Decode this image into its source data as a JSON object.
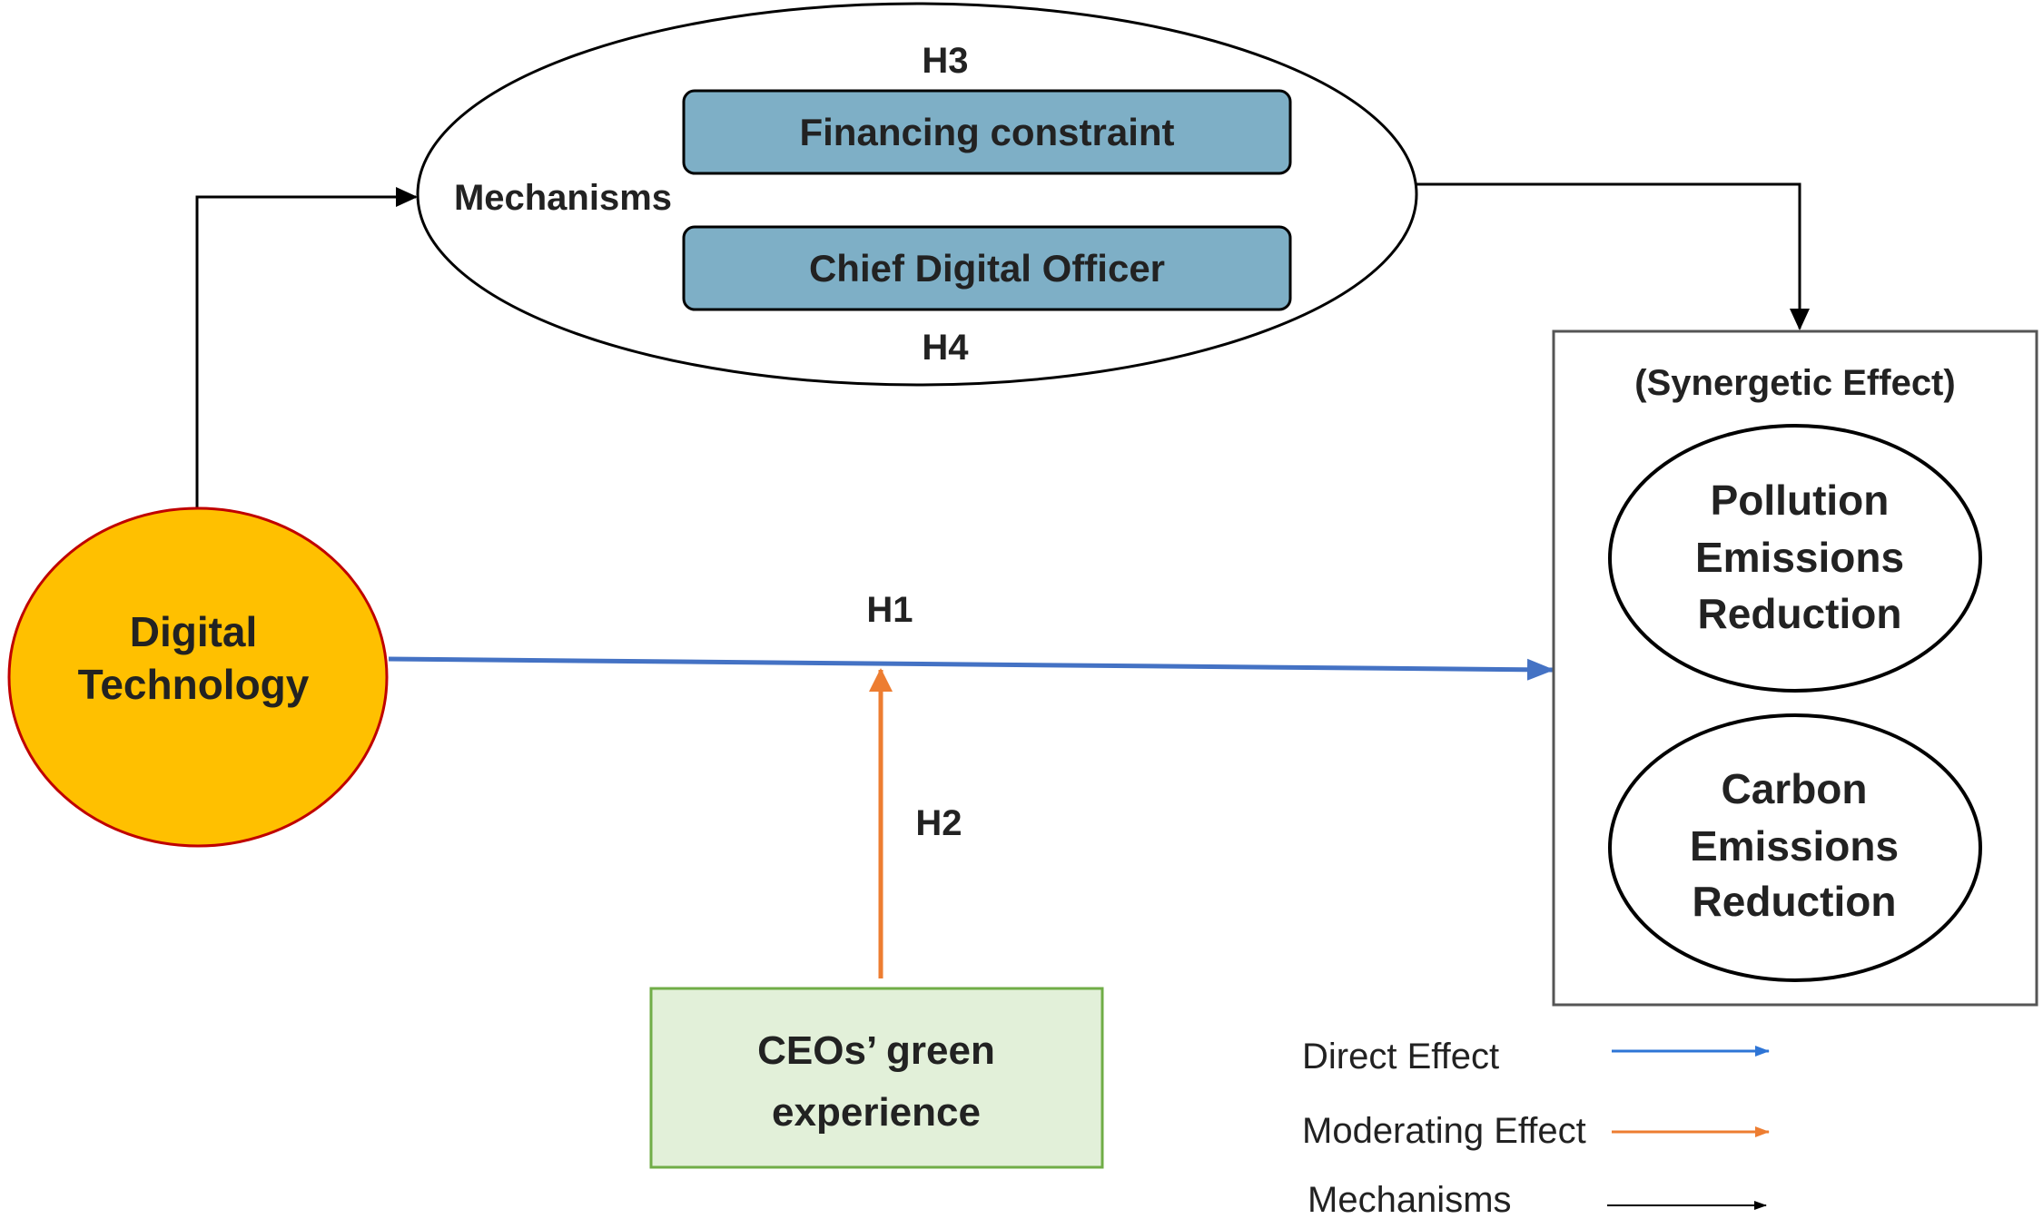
{
  "nodes": {
    "digital_technology": {
      "line1": "Digital",
      "line2": "Technology",
      "fill": "#FFC000",
      "stroke": "#C00000"
    },
    "mechanisms": {
      "label": "Mechanisms"
    },
    "financing_constraint": {
      "label": "Financing constraint",
      "fill": "#7EAFC6"
    },
    "chief_digital_officer": {
      "label": "Chief Digital Officer",
      "fill": "#7EAFC6"
    },
    "synergetic_effect": {
      "title": "(Synergetic Effect)"
    },
    "pollution": {
      "line1": "Pollution",
      "line2": "Emissions",
      "line3": "Reduction"
    },
    "carbon": {
      "line1": "Carbon",
      "line2": "Emissions",
      "line3": "Reduction"
    },
    "ceo_green": {
      "line1": "CEOs’ green",
      "line2": "experience",
      "fill": "#E2F0D9",
      "stroke": "#70AD47"
    }
  },
  "hypotheses": {
    "h1": "H1",
    "h2": "H2",
    "h3": "H3",
    "h4": "H4"
  },
  "legend": {
    "direct": {
      "label": "Direct Effect",
      "color": "#2E75D6"
    },
    "moderating": {
      "label": "Moderating Effect",
      "color": "#ED7D31"
    },
    "mechanisms": {
      "label": "Mechanisms",
      "color": "#000000"
    }
  },
  "colors": {
    "direct_arrow": "#4472C4",
    "moderating_arrow": "#ED7D31",
    "mechanism_arrow": "#000000"
  }
}
